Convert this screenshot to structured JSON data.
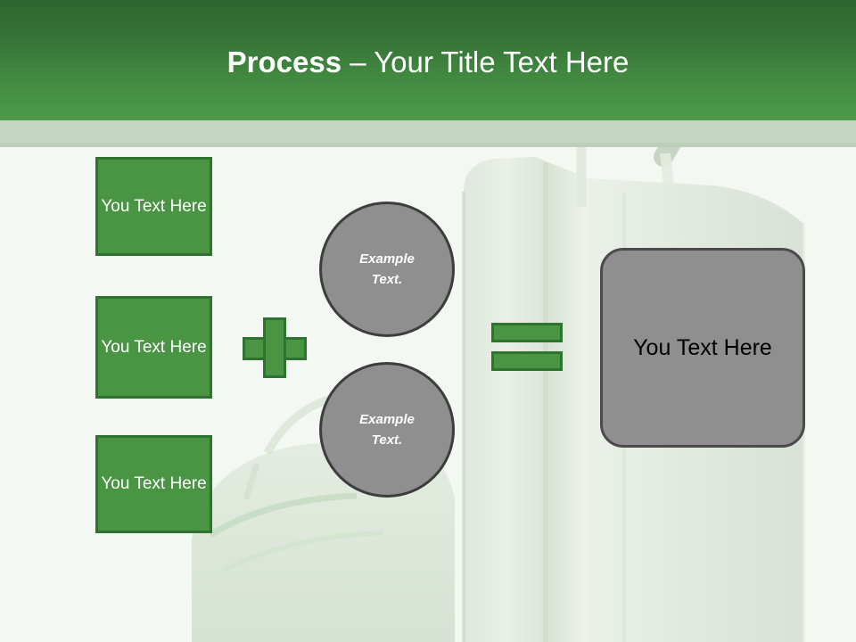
{
  "slide": {
    "title_bold": "Process",
    "title_rest": " – Your Title Text Here",
    "background_image": "suitcase-luggage-photo"
  },
  "theme": {
    "header_gradient_top": "#2c6630",
    "header_gradient_bottom": "#4d9a4a",
    "subband": "#c3d6bf",
    "body_background": "#f4f8f3",
    "green_fill": "#4a9543",
    "green_border": "#2f7331",
    "gray_fill": "#8f8f8f",
    "gray_circle_border": "#3d3d3d",
    "gray_box_border": "#4a4a4a",
    "text_on_green": "#ffffff",
    "text_on_gray_box": "#000000"
  },
  "inputs": [
    {
      "label": "You Text Here"
    },
    {
      "label": "You Text Here"
    },
    {
      "label": "You Text Here"
    }
  ],
  "operators": {
    "plus": "+",
    "equals": "="
  },
  "circles": [
    {
      "line1": "Example",
      "line2": "Text."
    },
    {
      "line1": "Example",
      "line2": "Text."
    }
  ],
  "result": {
    "label": "You Text Here"
  }
}
